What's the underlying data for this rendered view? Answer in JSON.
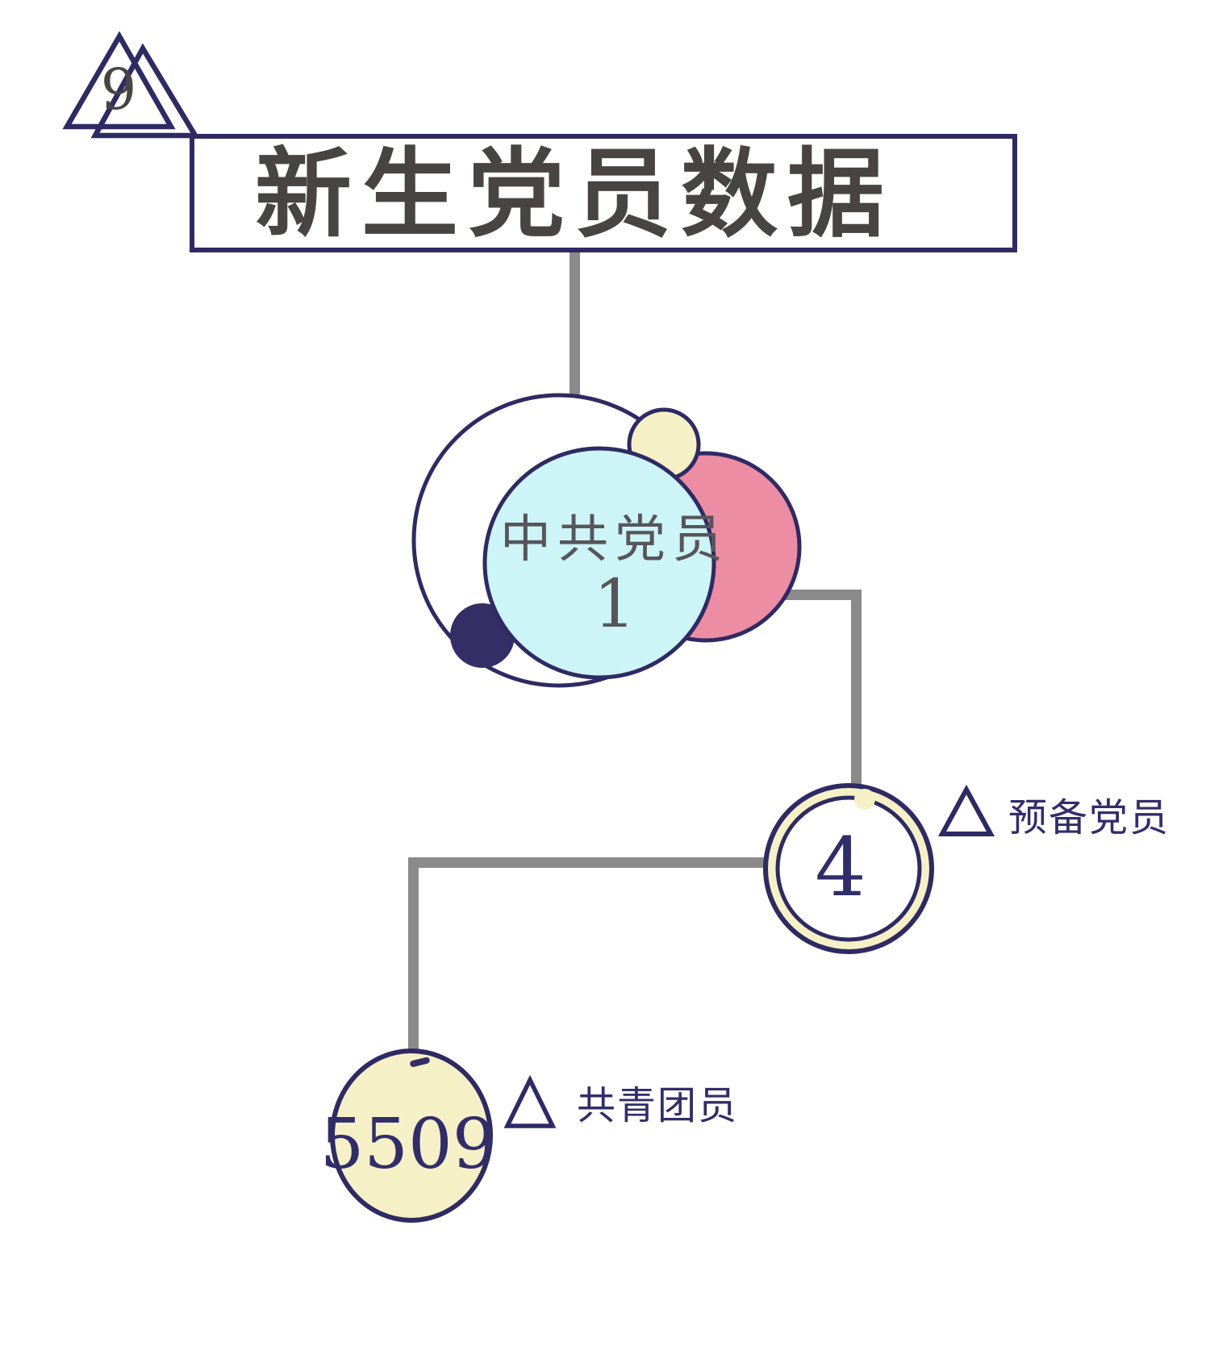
{
  "badge": {
    "number": "9"
  },
  "title": {
    "text": "新生党员数据"
  },
  "main_node": {
    "label": "中共党员",
    "value": "1"
  },
  "nodes": [
    {
      "value": "4",
      "label": "预备党员"
    },
    {
      "value": "5509",
      "label": "共青团员"
    }
  ],
  "chart_data": {
    "type": "diagram",
    "title": "新生党员数据",
    "items": [
      {
        "category": "中共党员",
        "value": 1
      },
      {
        "category": "预备党员",
        "value": 4
      },
      {
        "category": "共青团员",
        "value": 5509
      }
    ]
  },
  "colors": {
    "navy": "#2e2a63",
    "navy_fill": "#332e66",
    "navy_text": "#312d6b",
    "gray_line": "#8a8a8a",
    "title_text": "#474443",
    "body_text": "#56565a",
    "cyan": "#cdf4f6",
    "cream": "#f6f0c6",
    "pink": "#ec8da4"
  }
}
